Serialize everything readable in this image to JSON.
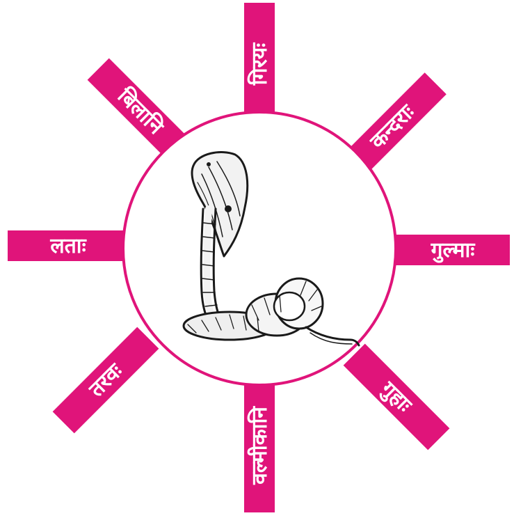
{
  "colors": {
    "ray": "#e0147a",
    "circle_border": "#e0147a",
    "background": "#ffffff"
  },
  "center_image": "cobra-illustration",
  "rays": [
    {
      "id": "top",
      "label": "गिरयः"
    },
    {
      "id": "top-right",
      "label": "कन्दराः"
    },
    {
      "id": "right",
      "label": "गुल्माः"
    },
    {
      "id": "bottom-right",
      "label": "गुहाः"
    },
    {
      "id": "bottom",
      "label": "वल्मीकानि"
    },
    {
      "id": "bottom-left",
      "label": "तरवः"
    },
    {
      "id": "left",
      "label": "लताः"
    },
    {
      "id": "top-left",
      "label": "बिलानि"
    }
  ]
}
